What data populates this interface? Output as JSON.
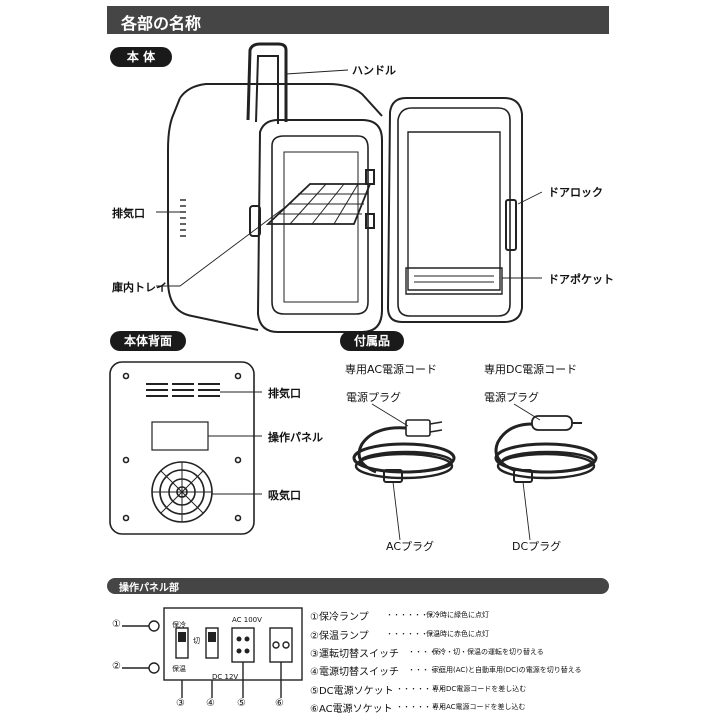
{
  "title": "各部の名称",
  "sections": {
    "body": "本 体",
    "back": "本体背面",
    "accessories": "付属品",
    "panel": "操作パネル部"
  },
  "body_labels": {
    "handle": "ハンドル",
    "exhaust": "排気口",
    "tray": "庫内トレイ",
    "door_lock": "ドアロック",
    "door_pocket": "ドアポケット"
  },
  "back_labels": {
    "exhaust": "排気口",
    "panel": "操作パネル",
    "intake": "吸気口"
  },
  "accessories": {
    "ac_title": "専用AC電源コード",
    "dc_title": "専用DC電源コード",
    "ac_plug_top": "電源プラグ",
    "dc_plug_top": "電源プラグ",
    "ac_plug": "ACプラグ",
    "dc_plug": "DCプラグ"
  },
  "panel_diagram": {
    "n1": "①",
    "n2": "②",
    "n3": "③",
    "n4": "④",
    "n5": "⑤",
    "n6": "⑥",
    "cold": "保冷",
    "warm": "保温",
    "off": "切",
    "ac": "AC 100V",
    "dc": "DC 12V"
  },
  "panel_list": [
    {
      "name": "①保冷ランプ",
      "desc": "保冷時に緑色に点灯"
    },
    {
      "name": "②保温ランプ",
      "desc": "保温時に赤色に点灯"
    },
    {
      "name": "③運転切替スイッチ",
      "desc": "保冷・切・保温の運転を切り替える"
    },
    {
      "name": "④電源切替スイッチ",
      "desc": "家庭用(AC)と自動車用(DC)の電源を切り替える"
    },
    {
      "name": "⑤DC電源ソケット",
      "desc": "専用DC電源コードを差し込む"
    },
    {
      "name": "⑥AC電源ソケット",
      "desc": "専用AC電源コードを差し込む"
    }
  ]
}
